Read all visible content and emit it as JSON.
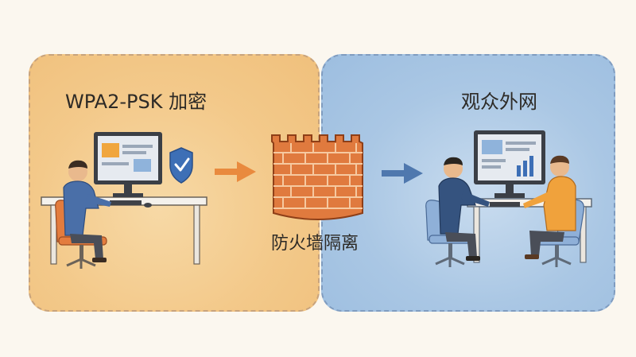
{
  "left_panel": {
    "title": "WPA2-PSK 加密"
  },
  "right_panel": {
    "title": "观众外网"
  },
  "firewall": {
    "label": "防火墙隔离"
  },
  "colors": {
    "left_bg": "#f3c98a",
    "right_bg": "#aac7e4",
    "brick": "#e07a3e",
    "arrow_left": "#e98a3e",
    "arrow_right": "#4f78ae",
    "shield": "#3d6fb6"
  }
}
